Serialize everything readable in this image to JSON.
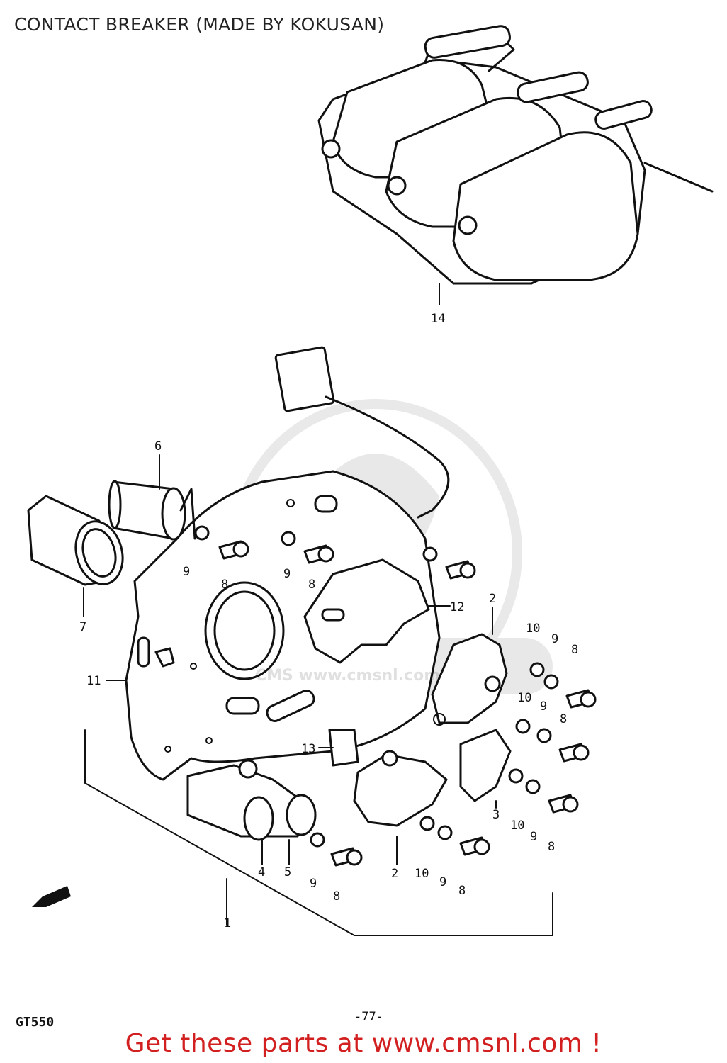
{
  "title": "CONTACT BREAKER (MADE BY KOKUSAN)",
  "model_code": "GT550",
  "page_number": "-77-",
  "footer": "Get these parts at www.cmsnl.com !",
  "watermark_text": "CMS www.cmsnl.com",
  "colors": {
    "footer_text": "#d21f1f",
    "line_art": "#111111",
    "background": "#ffffff"
  },
  "callouts": {
    "c14": "14",
    "c6": "6",
    "c7": "7",
    "c11": "11",
    "c12": "12",
    "c13": "13",
    "c2a": "2",
    "c2b": "2",
    "c3": "3",
    "c4": "4",
    "c5": "5",
    "c1": "1",
    "c9a": "9",
    "c8a": "8",
    "c9b": "9",
    "c8b": "8",
    "c10a": "10",
    "c9c": "9",
    "c8c": "8",
    "c10b": "10",
    "c9d": "9",
    "c8d": "8",
    "c10c": "10",
    "c9e": "9",
    "c8e": "8",
    "c9f": "9",
    "c8f": "8",
    "c10d": "10",
    "c9g": "9",
    "c8g": "8"
  }
}
